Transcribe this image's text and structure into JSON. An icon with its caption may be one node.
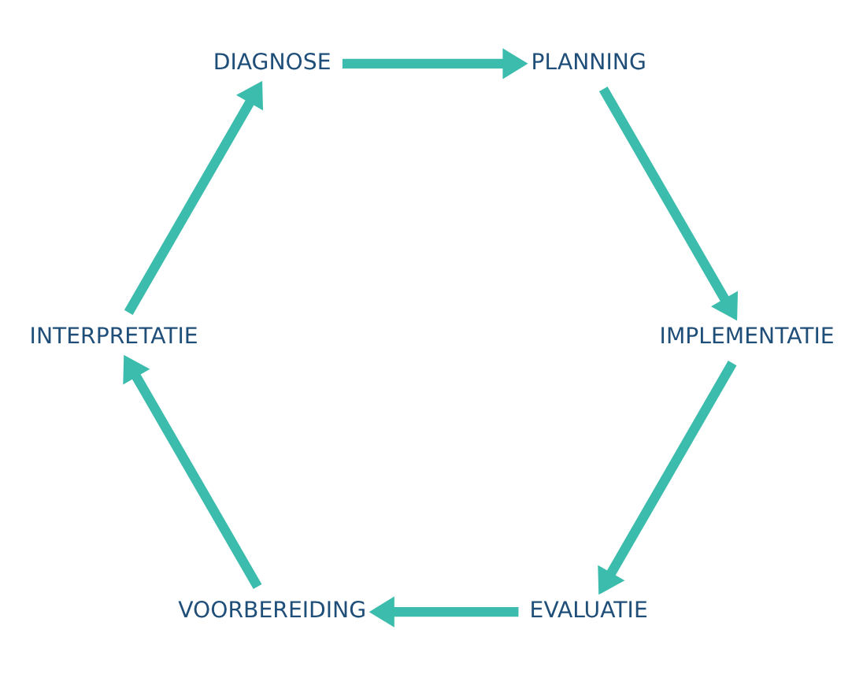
{
  "diagram": {
    "nodes": [
      {
        "text": [
          "EVALUATIE"
        ]
      },
      {
        "text": [
          "VOORBEREIDING"
        ]
      },
      {
        "text": [
          "IMPLEMENTATIE"
        ]
      },
      {
        "text": [
          "INTERPRETATIE"
        ]
      },
      {
        "text": [
          "PLANNING"
        ]
      },
      {
        "text": [
          "DIAGNOSE"
        ]
      }
    ],
    "edges": [
      {
        "from": 1,
        "to": 3,
        "arrow": "to"
      },
      {
        "from": 3,
        "to": 5,
        "arrow": "to"
      },
      {
        "from": 5,
        "to": 4,
        "arrow": "to"
      },
      {
        "from": 4,
        "to": 2,
        "arrow": "to"
      },
      {
        "from": 2,
        "to": 0,
        "arrow": "to"
      },
      {
        "from": 0,
        "to": 1,
        "arrow": "to"
      }
    ]
  }
}
